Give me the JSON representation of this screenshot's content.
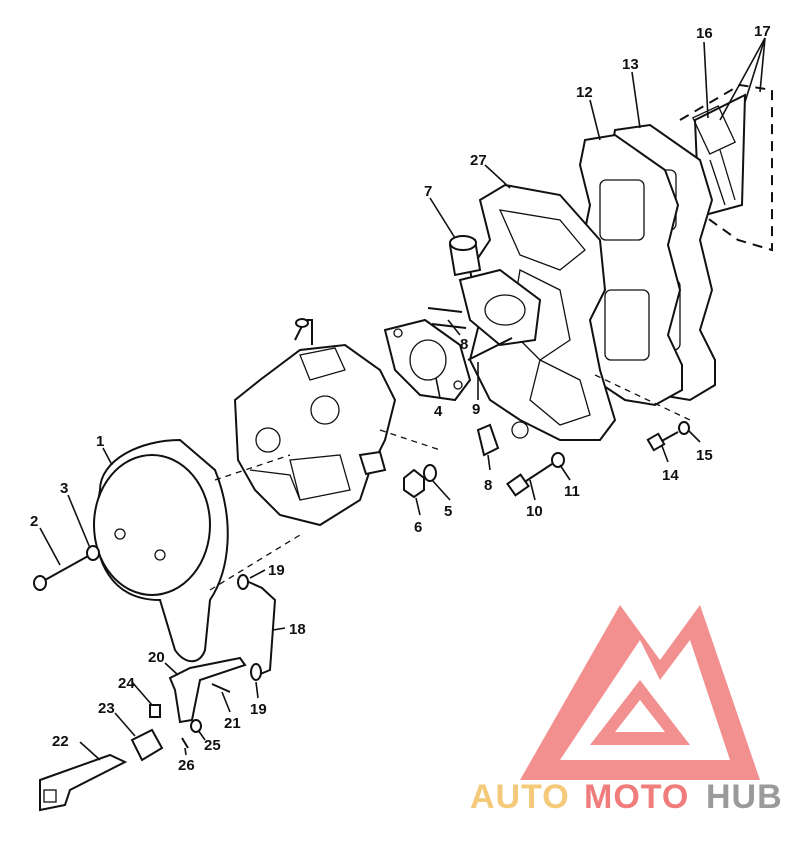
{
  "diagram": {
    "callouts": [
      {
        "id": "c1",
        "text": "1"
      },
      {
        "id": "c2",
        "text": "2"
      },
      {
        "id": "c3",
        "text": "3"
      },
      {
        "id": "c4",
        "text": "4"
      },
      {
        "id": "c5",
        "text": "5"
      },
      {
        "id": "c6",
        "text": "6"
      },
      {
        "id": "c7",
        "text": "7"
      },
      {
        "id": "c8a",
        "text": "8"
      },
      {
        "id": "c8b",
        "text": "8"
      },
      {
        "id": "c9",
        "text": "9"
      },
      {
        "id": "c10",
        "text": "10"
      },
      {
        "id": "c11",
        "text": "11"
      },
      {
        "id": "c12",
        "text": "12"
      },
      {
        "id": "c13",
        "text": "13"
      },
      {
        "id": "c14",
        "text": "14"
      },
      {
        "id": "c15",
        "text": "15"
      },
      {
        "id": "c16",
        "text": "16"
      },
      {
        "id": "c17",
        "text": "17"
      },
      {
        "id": "c18",
        "text": "18"
      },
      {
        "id": "c19a",
        "text": "19"
      },
      {
        "id": "c19b",
        "text": "19"
      },
      {
        "id": "c20",
        "text": "20"
      },
      {
        "id": "c21",
        "text": "21"
      },
      {
        "id": "c22",
        "text": "22"
      },
      {
        "id": "c23",
        "text": "23"
      },
      {
        "id": "c24",
        "text": "24"
      },
      {
        "id": "c25",
        "text": "25"
      },
      {
        "id": "c26",
        "text": "26"
      },
      {
        "id": "c27",
        "text": "27"
      }
    ]
  },
  "watermark": {
    "brand_part1": "AUTO",
    "brand_part2": "MOTO",
    "brand_part3": "HUB",
    "color_gold": "#f4c97a",
    "color_red": "#f07c7c",
    "color_gray": "#9a9a9a"
  }
}
